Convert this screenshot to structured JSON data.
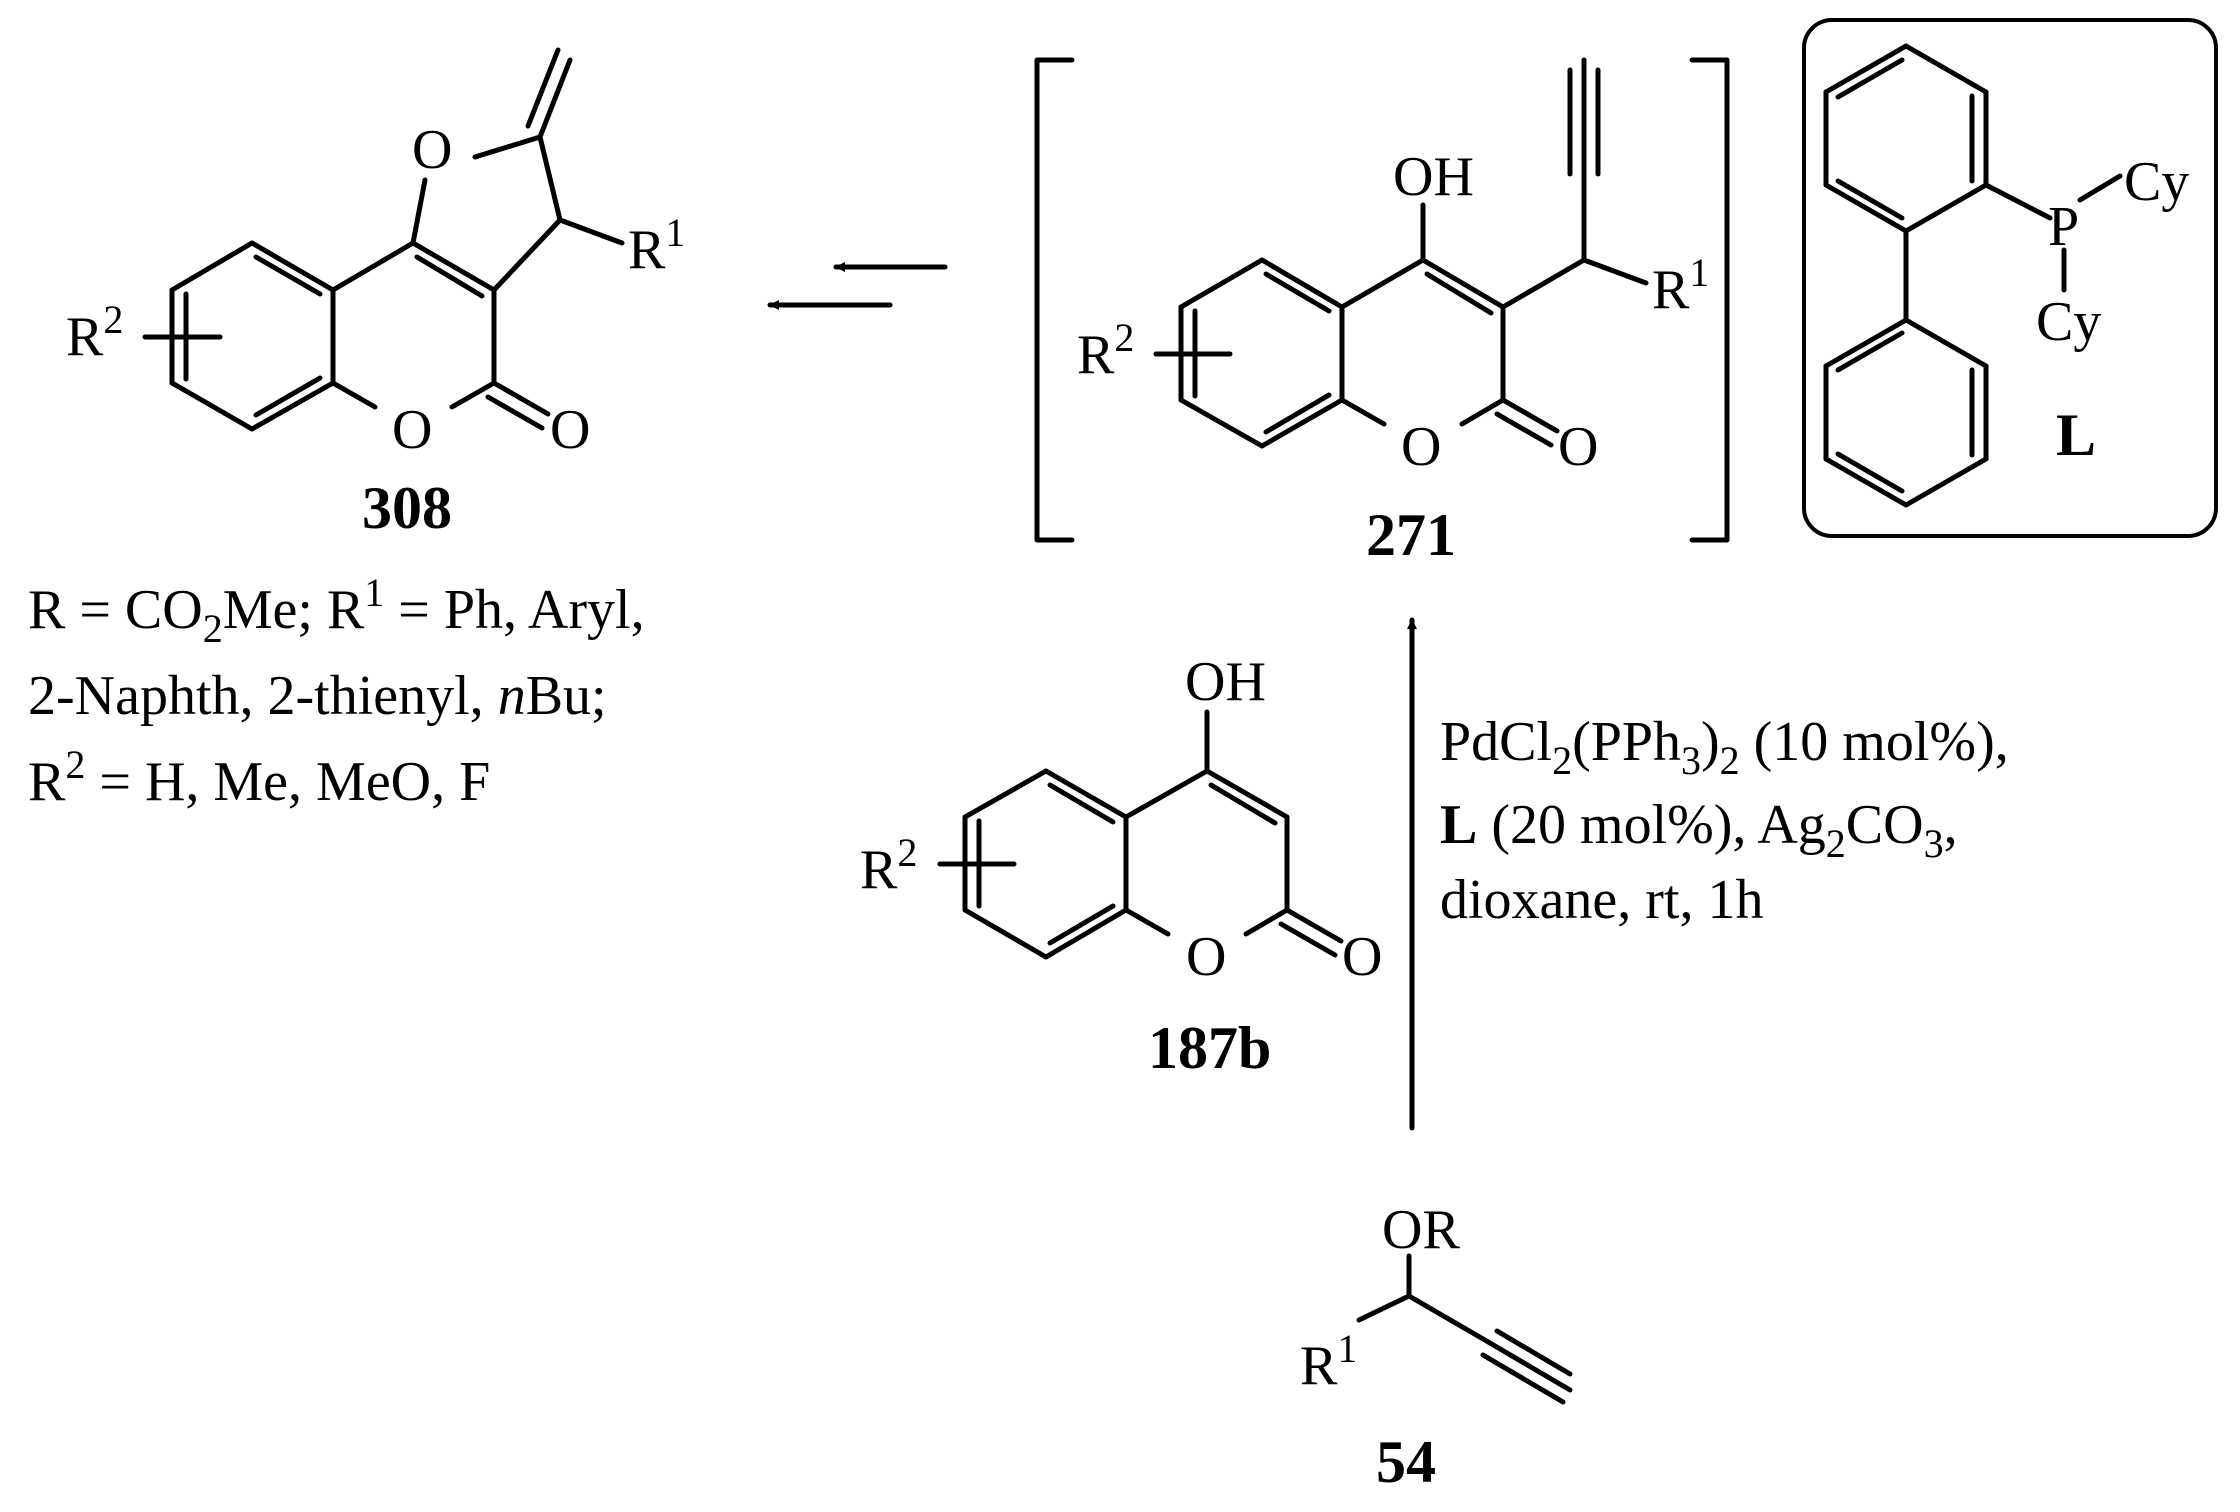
{
  "compounds": {
    "c308": {
      "label": "308",
      "R2": "R",
      "R2_sup": "2",
      "R1": "R",
      "R1_sup": "1",
      "O_ring": "O",
      "O_lactone": "O",
      "O_carbonyl": "O"
    },
    "c271": {
      "label": "271",
      "OH": "OH",
      "R2": "R",
      "R2_sup": "2",
      "R1": "R",
      "R1_sup": "1",
      "O_ring": "O",
      "O_carbonyl": "O"
    },
    "c187b": {
      "label": "187b",
      "OH": "OH",
      "R2": "R",
      "R2_sup": "2",
      "O_ring": "O",
      "O_carbonyl": "O"
    },
    "c54": {
      "label": "54",
      "OR": "OR",
      "R1": "R",
      "R1_sup": "1"
    },
    "ligand": {
      "label": "L",
      "P": "P",
      "Cy1": "Cy",
      "Cy2": "Cy"
    }
  },
  "substituents": {
    "line1": {
      "a": "R = CO",
      "a_sub": "2",
      "b": "Me; R",
      "b_sup": "1",
      "c": " = Ph, Aryl,"
    },
    "line2": {
      "a": "2-Naphth, 2-thienyl, ",
      "a_italic": "n",
      "b": "Bu;"
    },
    "line3": {
      "a": "R",
      "a_sup": "2",
      "b": " = H, Me, MeO, F"
    }
  },
  "conditions": {
    "line1": {
      "a": "PdCl",
      "a_sub": "2",
      "b": "(PPh",
      "b_sub": "3",
      "c": ")",
      "c_sub": "2",
      "d": " (10 mol%),"
    },
    "line2": {
      "a_bold": "L",
      "a": " (20 mol%), Ag",
      "a_sub": "2",
      "b": "CO",
      "b_sub": "3",
      "c": ","
    },
    "line3": {
      "a": "dioxane, rt, 1h"
    }
  }
}
